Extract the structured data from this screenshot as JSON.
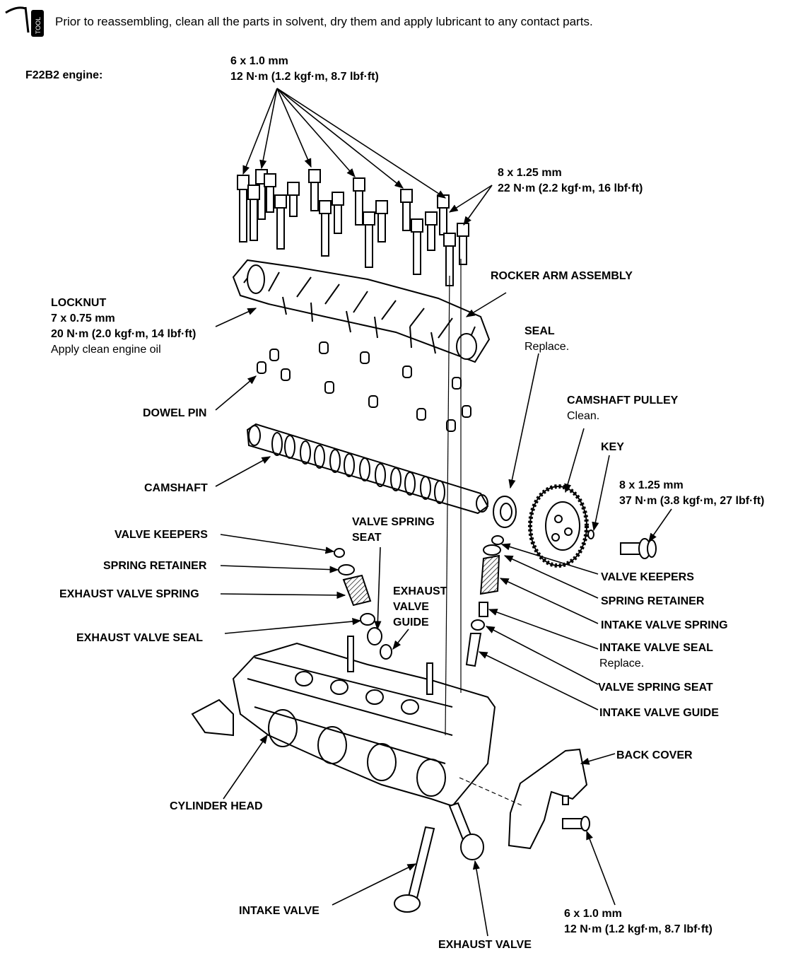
{
  "note": "Prior to reassembling, clean all the parts in solvent, dry them and apply lubricant to any contact parts.",
  "engine": "F22B2 engine:",
  "labels": {
    "bolt_6x1": {
      "size": "6 x 1.0 mm",
      "torque": "12 N·m (1.2 kgf·m, 8.7 lbf·ft)"
    },
    "bolt_8x125_top": {
      "size": "8 x 1.25 mm",
      "torque": "22 N·m (2.2 kgf·m, 16 lbf·ft)"
    },
    "rocker_arm": "ROCKER ARM ASSEMBLY",
    "locknut": {
      "name": "LOCKNUT",
      "size": "7 x 0.75 mm",
      "torque": "20 N·m (2.0 kgf·m, 14 lbf·ft)",
      "note": "Apply clean engine oil"
    },
    "seal": {
      "name": "SEAL",
      "note": "Replace."
    },
    "camshaft_pulley": {
      "name": "CAMSHAFT PULLEY",
      "note": "Clean."
    },
    "key": "KEY",
    "dowel_pin": "DOWEL PIN",
    "bolt_8x125_pulley": {
      "size": "8 x 1.25 mm",
      "torque": "37 N·m (3.8 kgf·m, 27 lbf·ft)"
    },
    "camshaft": "CAMSHAFT",
    "valve_spring_seat_left": {
      "line1": "VALVE SPRING",
      "line2": "SEAT"
    },
    "valve_keepers_left": "VALVE KEEPERS",
    "spring_retainer_left": "SPRING RETAINER",
    "exhaust_valve_spring": "EXHAUST VALVE SPRING",
    "exhaust_valve_guide": {
      "line1": "EXHAUST",
      "line2": "VALVE",
      "line3": "GUIDE"
    },
    "exhaust_valve_seal": "EXHAUST VALVE SEAL",
    "valve_keepers_right": "VALVE KEEPERS",
    "spring_retainer_right": "SPRING RETAINER",
    "intake_valve_spring": "INTAKE VALVE SPRING",
    "intake_valve_seal": {
      "name": "INTAKE VALVE SEAL",
      "note": "Replace."
    },
    "valve_spring_seat_right": "VALVE SPRING SEAT",
    "intake_valve_guide": "INTAKE VALVE GUIDE",
    "back_cover": "BACK COVER",
    "cylinder_head": "CYLINDER HEAD",
    "intake_valve": "INTAKE VALVE",
    "bolt_6x1_bottom": {
      "size": "6 x 1.0 mm",
      "torque": "12 N·m (1.2 kgf·m, 8.7 lbf·ft)"
    },
    "exhaust_valve": "EXHAUST VALVE"
  }
}
